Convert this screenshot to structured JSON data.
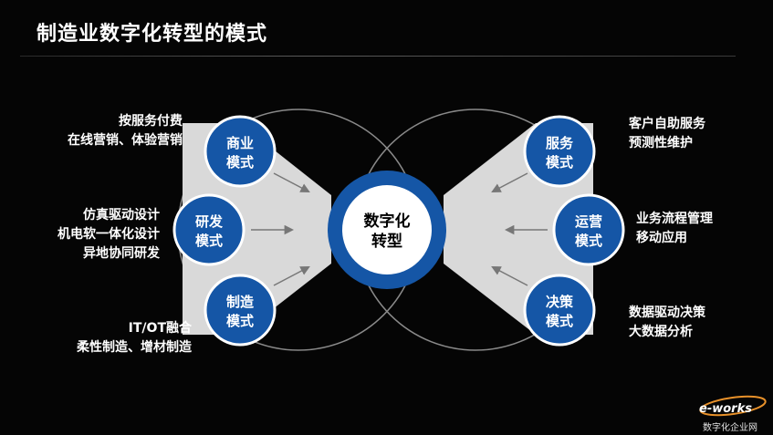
{
  "title": "制造业数字化转型的模式",
  "center": {
    "line1": "数字化",
    "line2": "转型"
  },
  "left_nodes": [
    {
      "line1": "商业",
      "line2": "模式",
      "desc": [
        "按服务付费",
        "在线营销、体验营销"
      ]
    },
    {
      "line1": "研发",
      "line2": "模式",
      "desc": [
        "仿真驱动设计",
        "机电软一体化设计",
        "异地协同研发"
      ]
    },
    {
      "line1": "制造",
      "line2": "模式",
      "desc": [
        "IT/OT融合",
        "柔性制造、增材制造"
      ]
    }
  ],
  "right_nodes": [
    {
      "line1": "服务",
      "line2": "模式",
      "desc": [
        "客户自助服务",
        "预测性维护"
      ]
    },
    {
      "line1": "运营",
      "line2": "模式",
      "desc": [
        "业务流程管理",
        "移动应用"
      ]
    },
    {
      "line1": "决策",
      "line2": "模式",
      "desc": [
        "数据驱动决策",
        "大数据分析"
      ]
    }
  ],
  "watermark": {
    "logo": "e-works",
    "caption": "数字化企业网"
  },
  "colors": {
    "node_fill": "#1556a6",
    "node_ring": "#ffffff",
    "center_ring": "#1556a6",
    "wedge": "#d9d9d9",
    "arrow": "#777777",
    "orbit": "#8a8a8a",
    "background": "#050505"
  }
}
